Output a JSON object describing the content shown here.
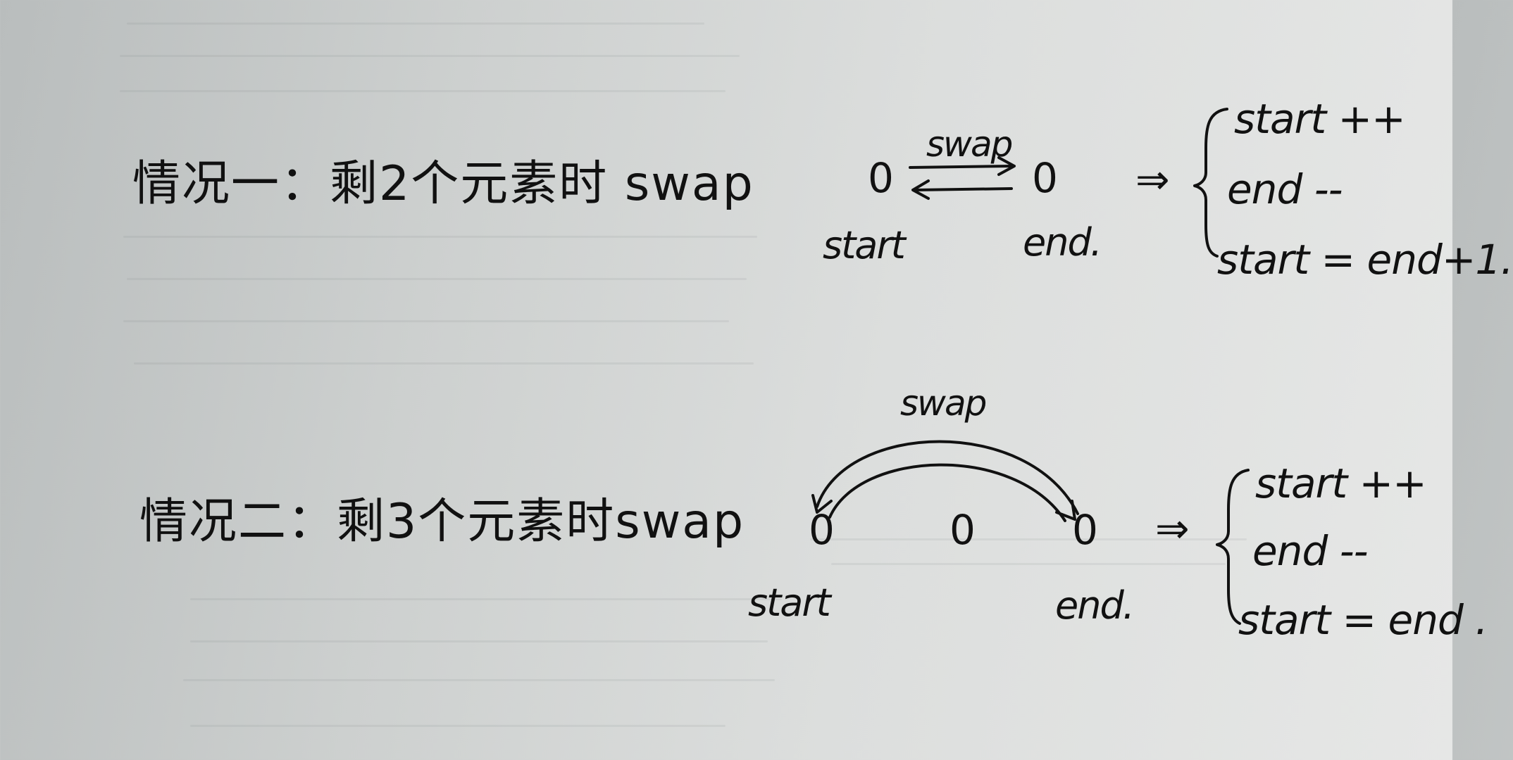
{
  "case1": {
    "title": "情况一：剩2个元素时 swap",
    "swap_label": "swap",
    "left_node": "0",
    "right_node": "0",
    "left_label": "start",
    "right_label": "end.",
    "implies": "⇒",
    "results": [
      "start ++",
      "end --",
      "start = end+1."
    ]
  },
  "case2": {
    "title": "情况二：剩3个元素时swap",
    "swap_label": "swap",
    "left_node": "0",
    "middle_node": "0",
    "right_node": "0",
    "left_label": "start",
    "right_label": "end.",
    "implies": "⇒",
    "results": [
      "start ++",
      "end --",
      "start = end ."
    ]
  },
  "colors": {
    "ink": "#111111",
    "paper": "#dcdedd"
  }
}
